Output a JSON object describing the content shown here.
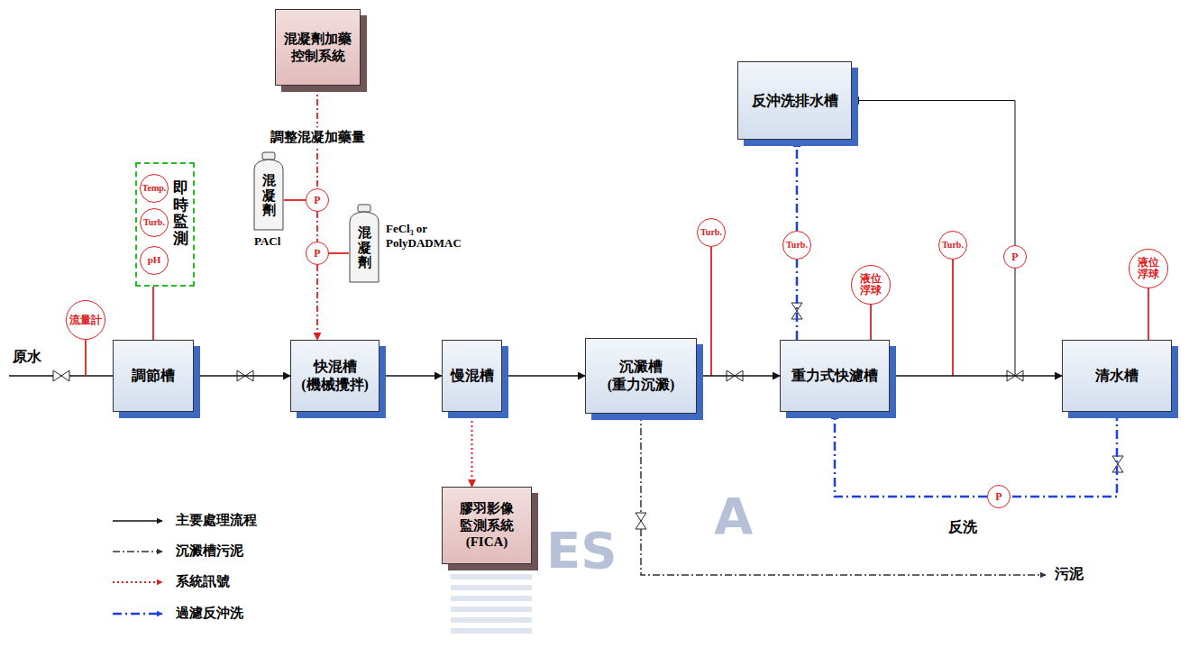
{
  "diagram": {
    "nodes": [
      {
        "text": [
          "混凝劑加藥控制系統"
        ]
      },
      {
        "text": [
          "反沖洗排水槽"
        ]
      },
      {
        "text": [
          "混凝劑"
        ]
      },
      {
        "text": [
          "P"
        ]
      },
      {
        "text": [
          "混凝劑"
        ]
      },
      {
        "text": [
          "P"
        ]
      },
      {
        "text": [
          "即時監測"
        ]
      },
      {
        "text": [
          "Temp."
        ],
        "in": 6
      },
      {
        "text": [
          "Turb."
        ],
        "in": 6
      },
      {
        "text": [
          "pH"
        ],
        "in": 6
      },
      {
        "text": [
          "Turb."
        ]
      },
      {
        "text": [
          "P"
        ]
      },
      {
        "text": [
          "液位浮球"
        ]
      },
      {
        "text": [
          "液位浮球"
        ]
      },
      {
        "text": [
          "Turb."
        ]
      },
      {
        "text": [
          "流量計"
        ]
      },
      {
        "text": [
          "Turb."
        ]
      },
      {
        "text": [
          "調節槽"
        ]
      },
      {
        "text": [
          "快混槽 (機械攪拌)"
        ]
      },
      {
        "text": [
          "慢混槽"
        ]
      },
      {
        "text": [
          "沉澱槽 (重力沉澱)"
        ]
      },
      {
        "text": [
          "重力式快濾槽"
        ]
      },
      {
        "text": [
          "清水槽"
        ]
      },
      {
        "text": [
          "膠羽影像監測系統 (FICA)"
        ]
      },
      {
        "text": [
          "P"
        ]
      }
    ],
    "edges": [
      {
        "from": 17,
        "to": 18,
        "arrow": "to"
      },
      {
        "from": 18,
        "to": 19,
        "arrow": "to"
      },
      {
        "from": 19,
        "to": 20,
        "arrow": "to"
      },
      {
        "from": 20,
        "to": 21,
        "arrow": "to"
      },
      {
        "from": 21,
        "to": 22,
        "arrow": "to"
      },
      {
        "from": 19,
        "to": 23,
        "arrow": "to"
      },
      {
        "from": 0,
        "to": 3,
        "label": "調整混凝加藥量",
        "arrow": "none"
      },
      {
        "from": 3,
        "to": 5,
        "arrow": "none"
      },
      {
        "from": 5,
        "to": 18,
        "arrow": "to"
      },
      {
        "from": 2,
        "to": 3,
        "arrow": "none"
      },
      {
        "from": 4,
        "to": 5,
        "arrow": "none"
      },
      {
        "from": 6,
        "to": 17,
        "arrow": "none"
      },
      {
        "from": 21,
        "to": 10,
        "arrow": "none"
      },
      {
        "from": 10,
        "to": 1,
        "arrow": "to"
      },
      {
        "from": 11,
        "to": 1,
        "arrow": "to"
      },
      {
        "from": 22,
        "to": 24,
        "arrow": "none"
      },
      {
        "from": 24,
        "to": 21,
        "arrow": "to"
      },
      {
        "from": 12,
        "to": 21,
        "arrow": "none"
      },
      {
        "from": 13,
        "to": 22,
        "arrow": "none"
      }
    ],
    "labels": [
      "原水",
      "PACl",
      "FeCl₃ or PolyDADMAC",
      "反洗",
      "污泥",
      "ES",
      "A"
    ],
    "legend": [
      {
        "text": "主要處理流程"
      },
      {
        "text": "沉澱槽污泥"
      },
      {
        "text": "系統訊號"
      },
      {
        "text": "過濾反沖洗"
      }
    ]
  }
}
